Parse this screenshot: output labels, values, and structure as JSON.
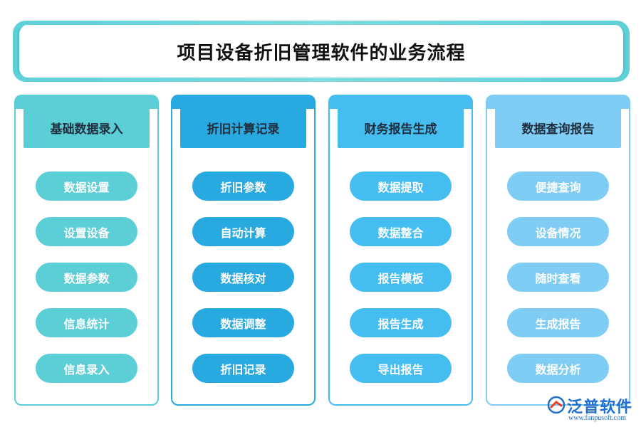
{
  "title": "项目设备折旧管理软件的业务流程",
  "colors": {
    "col1": "#5ccfd6",
    "col2": "#28a9e0",
    "col3": "#45bdf0",
    "col4": "#7fcdf4"
  },
  "columns": [
    {
      "header": "基础数据录入",
      "items": [
        "数据设置",
        "设置设备",
        "数据参数",
        "信息统计",
        "信息录入"
      ]
    },
    {
      "header": "折旧计算记录",
      "items": [
        "折旧参数",
        "自动计算",
        "数据核对",
        "数据调整",
        "折旧记录"
      ]
    },
    {
      "header": "财务报告生成",
      "items": [
        "数据提取",
        "数据整合",
        "报告模板",
        "报告生成",
        "导出报告"
      ]
    },
    {
      "header": "数据查询报告",
      "items": [
        "便捷查询",
        "设备情况",
        "随时查看",
        "生成报告",
        "数据分析"
      ]
    }
  ],
  "logo": {
    "brand": "泛普软件",
    "url": "www.fanpusoft.com",
    "icon": "fanpu-logo-icon"
  }
}
